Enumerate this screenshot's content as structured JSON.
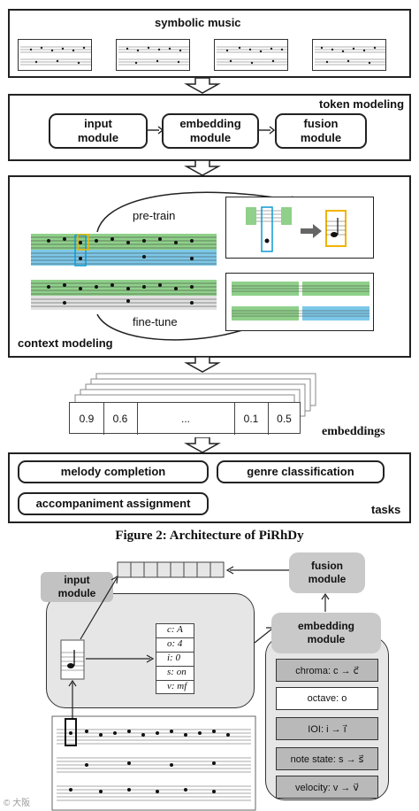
{
  "top": {
    "symbolic_music": "symbolic music",
    "token_modeling": "token modeling",
    "input_module": "input\nmodule",
    "embedding_module": "embedding\nmodule",
    "fusion_module": "fusion\nmodule",
    "pre_train": "pre-train",
    "fine_tune": "fine-tune",
    "context_modeling": "context modeling",
    "embeddings_label": "embeddings",
    "embedding_values": [
      "0.9",
      "0.6",
      "...",
      "0.1",
      "0.5"
    ],
    "tasks": [
      "melody completion",
      "genre classification",
      "accompaniment assignment"
    ],
    "tasks_label": "tasks",
    "caption": "Figure 2: Architecture of PiRhDy"
  },
  "bottom": {
    "input_module": "input\nmodule",
    "fusion_module": "fusion\nmodule",
    "embedding_module": "embedding\nmodule",
    "note_attrs": [
      "c: A",
      "o: 4",
      "i: 0",
      "s: on",
      "v: mf"
    ],
    "embedding_attrs": [
      "chroma: c → c⃗",
      "octave: o",
      "IOI: i → i⃗",
      "note state: s → s⃗",
      "velocity: v → v⃗"
    ],
    "watermark": "© 大阪"
  },
  "colors": {
    "green": "#8fd08a",
    "blue": "#7cc8e8",
    "yellow": "#f0b400",
    "gray": "#c9c9c9"
  }
}
